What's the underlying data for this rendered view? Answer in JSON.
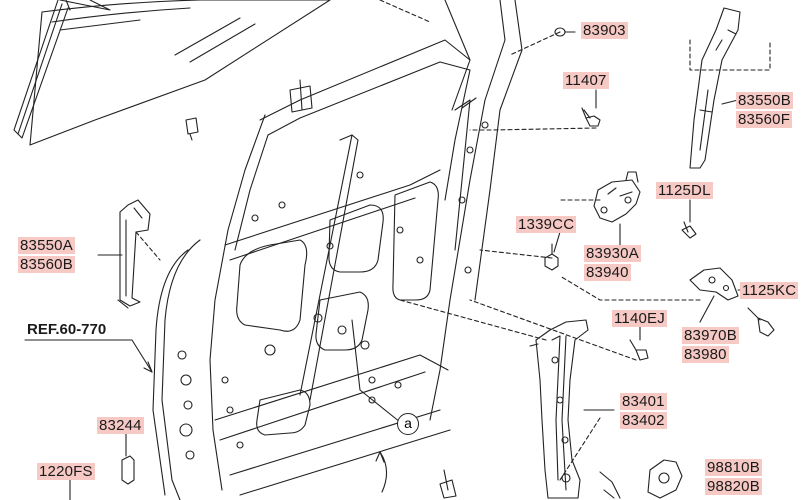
{
  "parts": {
    "p83903": "83903",
    "p11407": "11407",
    "p83550B": "83550B",
    "p83560F": "83560F",
    "p1125DL": "1125DL",
    "p1339CC": "1339CC",
    "p83930A": "83930A",
    "p83940": "83940",
    "p83550A": "83550A",
    "p83560B": "83560B",
    "p1125KC": "1125KC",
    "p1140EJ": "1140EJ",
    "p83970B": "83970B",
    "p83980": "83980",
    "p83401": "83401",
    "p83402": "83402",
    "p83244": "83244",
    "p1220FS": "1220FS",
    "p98810B": "98810B",
    "p98820B": "98820B"
  },
  "reference": "REF.60-770",
  "callout": "a",
  "colors": {
    "label_bg": "#f6c9c5",
    "line": "#222222"
  }
}
